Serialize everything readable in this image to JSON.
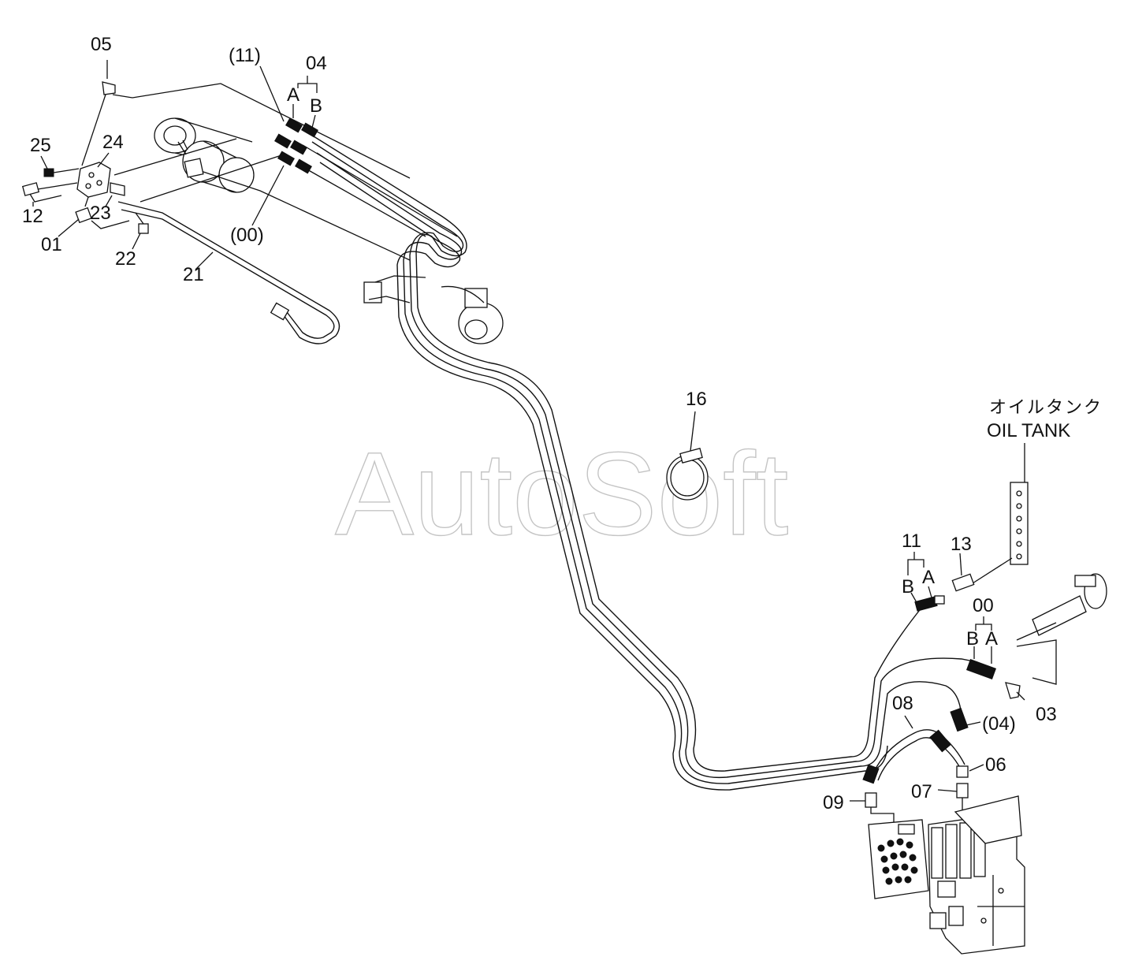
{
  "watermark": "AutoSoft",
  "oil_tank": {
    "jp": "オイルタンク",
    "en": "OIL TANK"
  },
  "labels": {
    "p05": "05",
    "p11p": "(11)",
    "p04": "04",
    "p04a": "A",
    "p04b": "B",
    "p25": "25",
    "p24": "24",
    "p12": "12",
    "p23": "23",
    "p01": "01",
    "p00p": "(00)",
    "p22": "22",
    "p21": "21",
    "p16": "16",
    "p11": "11",
    "p11a": "A",
    "p11b": "B",
    "p13": "13",
    "p00": "00",
    "p00a": "A",
    "p00b": "B",
    "p03": "03",
    "p08": "08",
    "p04p": "(04)",
    "p06": "06",
    "p07": "07",
    "p09": "09"
  },
  "colors": {
    "line": "#111111",
    "watermark": "#c4c4c4",
    "background": "#ffffff"
  }
}
